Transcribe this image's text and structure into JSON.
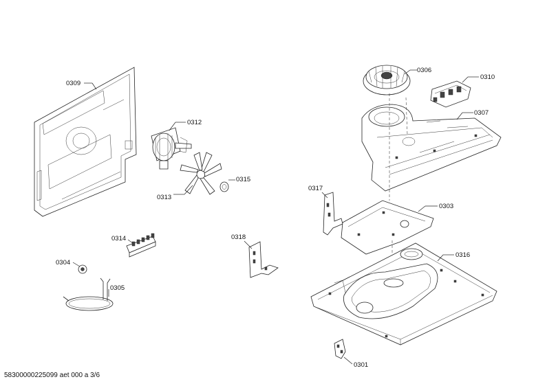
{
  "labels": {
    "p0309": "0309",
    "p0312": "0312",
    "p0313": "0313",
    "p0315": "0315",
    "p0314": "0314",
    "p0304": "0304",
    "p0305": "0305",
    "p0318": "0318",
    "p0317": "0317",
    "p0306": "0306",
    "p0310": "0310",
    "p0307": "0307",
    "p0303": "0303",
    "p0316": "0316",
    "p0301": "0301"
  },
  "footer": "58300000225099 aet 000 a 3/6"
}
